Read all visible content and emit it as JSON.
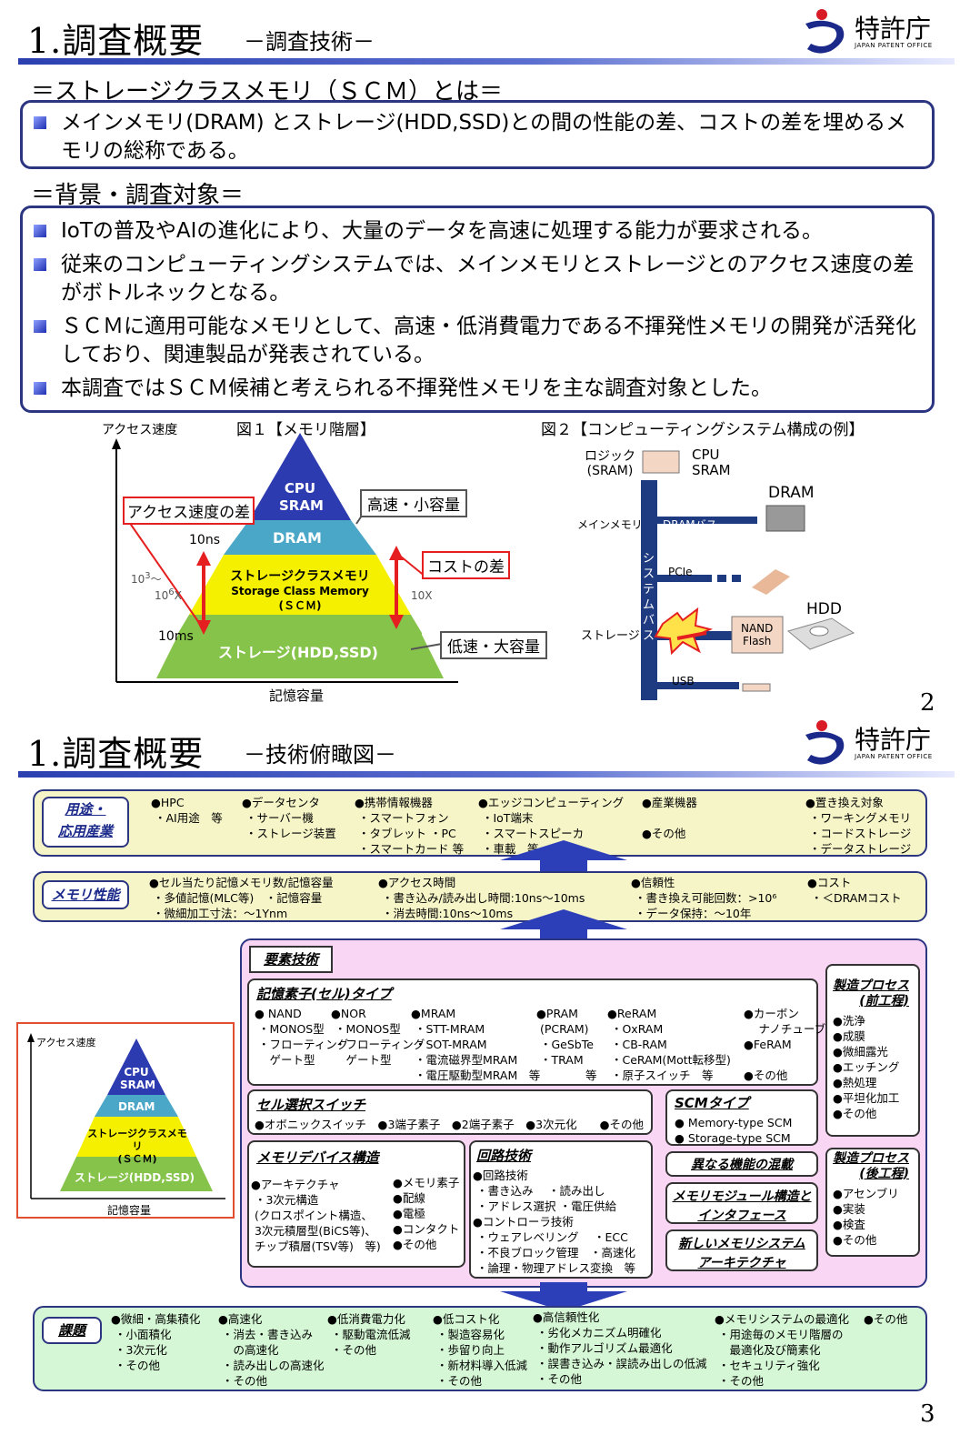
{
  "page2": {
    "title": "1.調査概要",
    "subtitle": "－調査技術－",
    "logo": {
      "name": "特許庁",
      "sub": "JAPAN PATENT OFFICE"
    },
    "scm_head": "＝ストレージクラスメモリ（ＳＣＭ）とは＝",
    "scm_def": "メインメモリ(DRAM) とストレージ(HDD,SSD)との間の性能の差、コストの差を埋めるメモリの総称である。",
    "bg_head": "＝背景・調査対象＝",
    "bg_items": [
      "IoTの普及やAIの進化により、大量のデータを高速に処理する能力が要求される。",
      "従来のコンピューティングシステムでは、メインメモリとストレージとのアクセス速度の差がボトルネックとなる。",
      "ＳＣＭに適用可能なメモリとして、高速・低消費電力である不揮発性メモリの開発が活発化しており、関連製品が発表されている。",
      "本調査ではＳＣＭ候補と考えられる不揮発性メモリを主な調査対象とした。"
    ],
    "fig1": {
      "caption": "図１【メモリ階層】",
      "yaxis": "アクセス速度",
      "xaxis": "記憶容量",
      "tiers": {
        "cpu": "CPU",
        "sram": "SRAM",
        "dram": "DRAM",
        "scm1": "ストレージクラスメモリ",
        "scm2": "Storage Class Memory",
        "scm3": "(ＳＣＭ)",
        "storage": "ストレージ(HDD,SSD)"
      },
      "callout_speed": "アクセス速度の差",
      "callout_cost": "コストの差",
      "fast": "高速・小容量",
      "slow": "低速・大容量",
      "t10ns": "10ns",
      "t10ms": "10ms",
      "ratio1": "10",
      "ratio1b": "3",
      "ratio1c": "～",
      "ratio2": "10",
      "ratio2b": "6",
      "ratio2c": "X",
      "ratio3": "10X"
    },
    "fig2": {
      "caption": "図２【コンピューティングシステム構成の例】",
      "logic": "ロジック",
      "logic2": "(SRAM)",
      "cpu": "CPU",
      "sram": "SRAM",
      "dram": "DRAM",
      "main_mem": "メインメモリ",
      "dram_bus": "DRAMバス",
      "sysbus": "システムバス",
      "pcie": "PCIe",
      "storage": "ストレージ",
      "hdd": "HDD",
      "nand1": "NAND",
      "nand2": "Flash",
      "usb": "USB"
    },
    "page_no": "2"
  },
  "page3": {
    "title": "1.調査概要",
    "subtitle": "－技術俯瞰図－",
    "logo": {
      "name": "特許庁",
      "sub": "JAPAN PATENT OFFICE"
    },
    "app_label": "用途・\n応用産業",
    "app_cols": [
      "●HPC\n ・AI用途　等",
      "●データセンタ\n ・サーバー機\n ・ストレージ装置",
      "●携帯情報機器\n ・スマートフォン\n ・タブレット ・PC\n ・スマートカード 等",
      "●エッジコンピューティング\n ・IoT端末\n ・スマートスピーカ\n ・車載　等",
      "●産業機器\n\n●その他",
      "●置き換え対象\n ・ワーキングメモリ\n ・コードストレージ\n ・データストレージ"
    ],
    "perf_label": "メモリ性能",
    "perf_cols": [
      "●セル当たり記憶メモリ数/記憶容量\n ・多値記憶(MLC等)　・記憶容量\n ・微細加工寸法：～1Ynm",
      "●アクセス時間\n ・書き込み/読み出し時間:10ns～10ms\n ・消去時間:10ns～10ms",
      "●信頼性\n ・書き換え可能回数：>10⁶\n ・データ保持：～10年",
      "●コスト\n ・＜DRAMコスト"
    ],
    "elem_label": "要素技術",
    "cell_label": "記憶素子(セル)タイプ",
    "cell_cols": [
      "● NAND\n ・MONOS型\n ・フローティング\n 　ゲート型",
      "●NOR\n ・MONOS型\n ・フローティング\n 　ゲート型",
      "●MRAM\n ・STT-MRAM\n ・SOT-MRAM\n ・電流磁界型MRAM\n ・電圧駆動型MRAM　等",
      "●PRAM\n (PCRAM)\n ・GeSbTe\n ・TRAM\n 　　　　等",
      "●ReRAM\n ・OxRAM\n ・CB-RAM\n ・CeRAM(Mott転移型)\n ・原子スイッチ　等",
      "●カーボン\n 　ナノチューブ\n●FeRAM\n\n●その他"
    ],
    "switch_label": "セル選択スイッチ",
    "switch_text": "●オボニックスイッチ　●3端子素子　●2端子素子　●3次元化　　●その他",
    "scmtype_label": "SCMタイプ",
    "scmtype_text": "● Memory-type SCM\n● Storage-type SCM",
    "mix_label": "異なる機能の混載",
    "module_label": "メモリモジュール構造と\nインタフェース",
    "newsys_label": "新しいメモリシステム\nアーキテクチャ",
    "front_label": "製造プロセス\n(前工程)",
    "front_text": "●洗浄\n●成膜\n●微細露光\n●エッチング\n●熱処理\n●平坦化加工\n●その他",
    "back_label": "製造プロセス\n(後工程)",
    "back_text": "●アセンブリ\n●実装\n●検査\n●その他",
    "dev_label": "メモリデバイス構造",
    "dev_text1": "●アーキテクチャ\n ・3次元構造\n (クロスポイント構造、\n 3次元積層型(BiCS等)、\n チップ積層(TSV等)　等)",
    "dev_text2": "●メモリ素子\n●配線\n●電極\n●コンタクト\n●その他",
    "circ_label": "回路技術",
    "circ_text": "●回路技術\n ・書き込み　 ・読み出し\n ・アドレス選択 ・電圧供給\n●コントローラ技術\n ・ウェアレベリング　 ・ECC\n ・不良ブロック管理　・高速化\n ・論理・物理アドレス変換　等",
    "mini": {
      "yaxis": "アクセス速度",
      "xaxis": "記憶容量",
      "cpu": "CPU",
      "sram": "SRAM",
      "dram": "DRAM",
      "scm": "ストレージクラスメモリ",
      "scm2": "(ＳＣＭ)",
      "storage": "ストレージ(HDD,SSD)"
    },
    "issue_label": "課題",
    "issue_cols": [
      "●微細・高集積化\n ・小面積化\n ・3次元化\n ・その他",
      "●高速化\n ・消去・書き込み\n 　の高速化\n ・読み出しの高速化\n ・その他",
      "●低消費電力化\n ・駆動電流低減\n ・その他",
      "●低コスト化\n ・製造容易化\n ・歩留り向上\n ・新材料導入低減\n ・その他",
      "●高信頼性化\n ・劣化メカニズム明確化\n ・動作アルゴリズム最適化\n ・誤書き込み・誤読み出しの低減\n ・その他",
      "●メモリシステムの最適化\n ・用途毎のメモリ階層の\n 　最適化及び簡素化\n ・セキュリティ強化\n ・その他",
      "●その他"
    ],
    "page_no": "3"
  }
}
